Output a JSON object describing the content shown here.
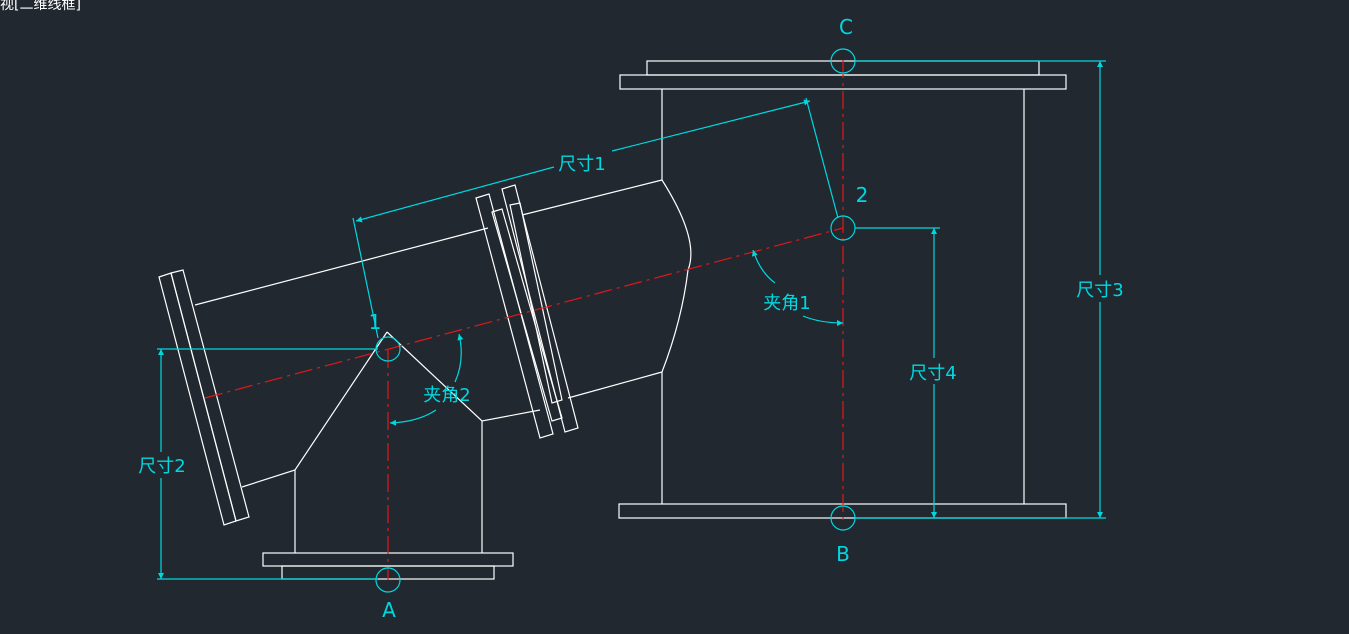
{
  "viewport_label": "视[二维线框]",
  "colors": {
    "background": "#212830",
    "geometry": "#ffffff",
    "dimension": "#00d8e0",
    "centerline": "#e01818"
  },
  "points": {
    "A": "A",
    "B": "B",
    "C": "C",
    "p1": "1",
    "p2": "2"
  },
  "dimensions": {
    "dim1": "尺寸1",
    "dim2": "尺寸2",
    "dim3": "尺寸3",
    "dim4": "尺寸4"
  },
  "angles": {
    "angle1": "夹角1",
    "angle2": "夹角2"
  }
}
